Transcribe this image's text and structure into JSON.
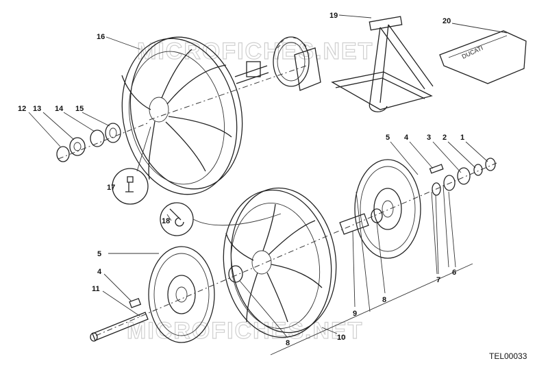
{
  "diagram": {
    "code": "TEL00033",
    "watermark": "MICROFICHES.NET",
    "cover_brand": "DUCATI",
    "callouts": {
      "c1": "1",
      "c2": "2",
      "c3": "3",
      "c4_top": "4",
      "c5_top": "5",
      "c6": "6",
      "c7": "7",
      "c8_right": "8",
      "c9": "9",
      "c10": "10",
      "c5_left": "5",
      "c4_left": "4",
      "c11": "11",
      "c8_left": "8",
      "c12": "12",
      "c13": "13",
      "c14": "14",
      "c15": "15",
      "c16": "16",
      "c17": "17",
      "c18": "18",
      "c19": "19",
      "c20": "20"
    }
  }
}
